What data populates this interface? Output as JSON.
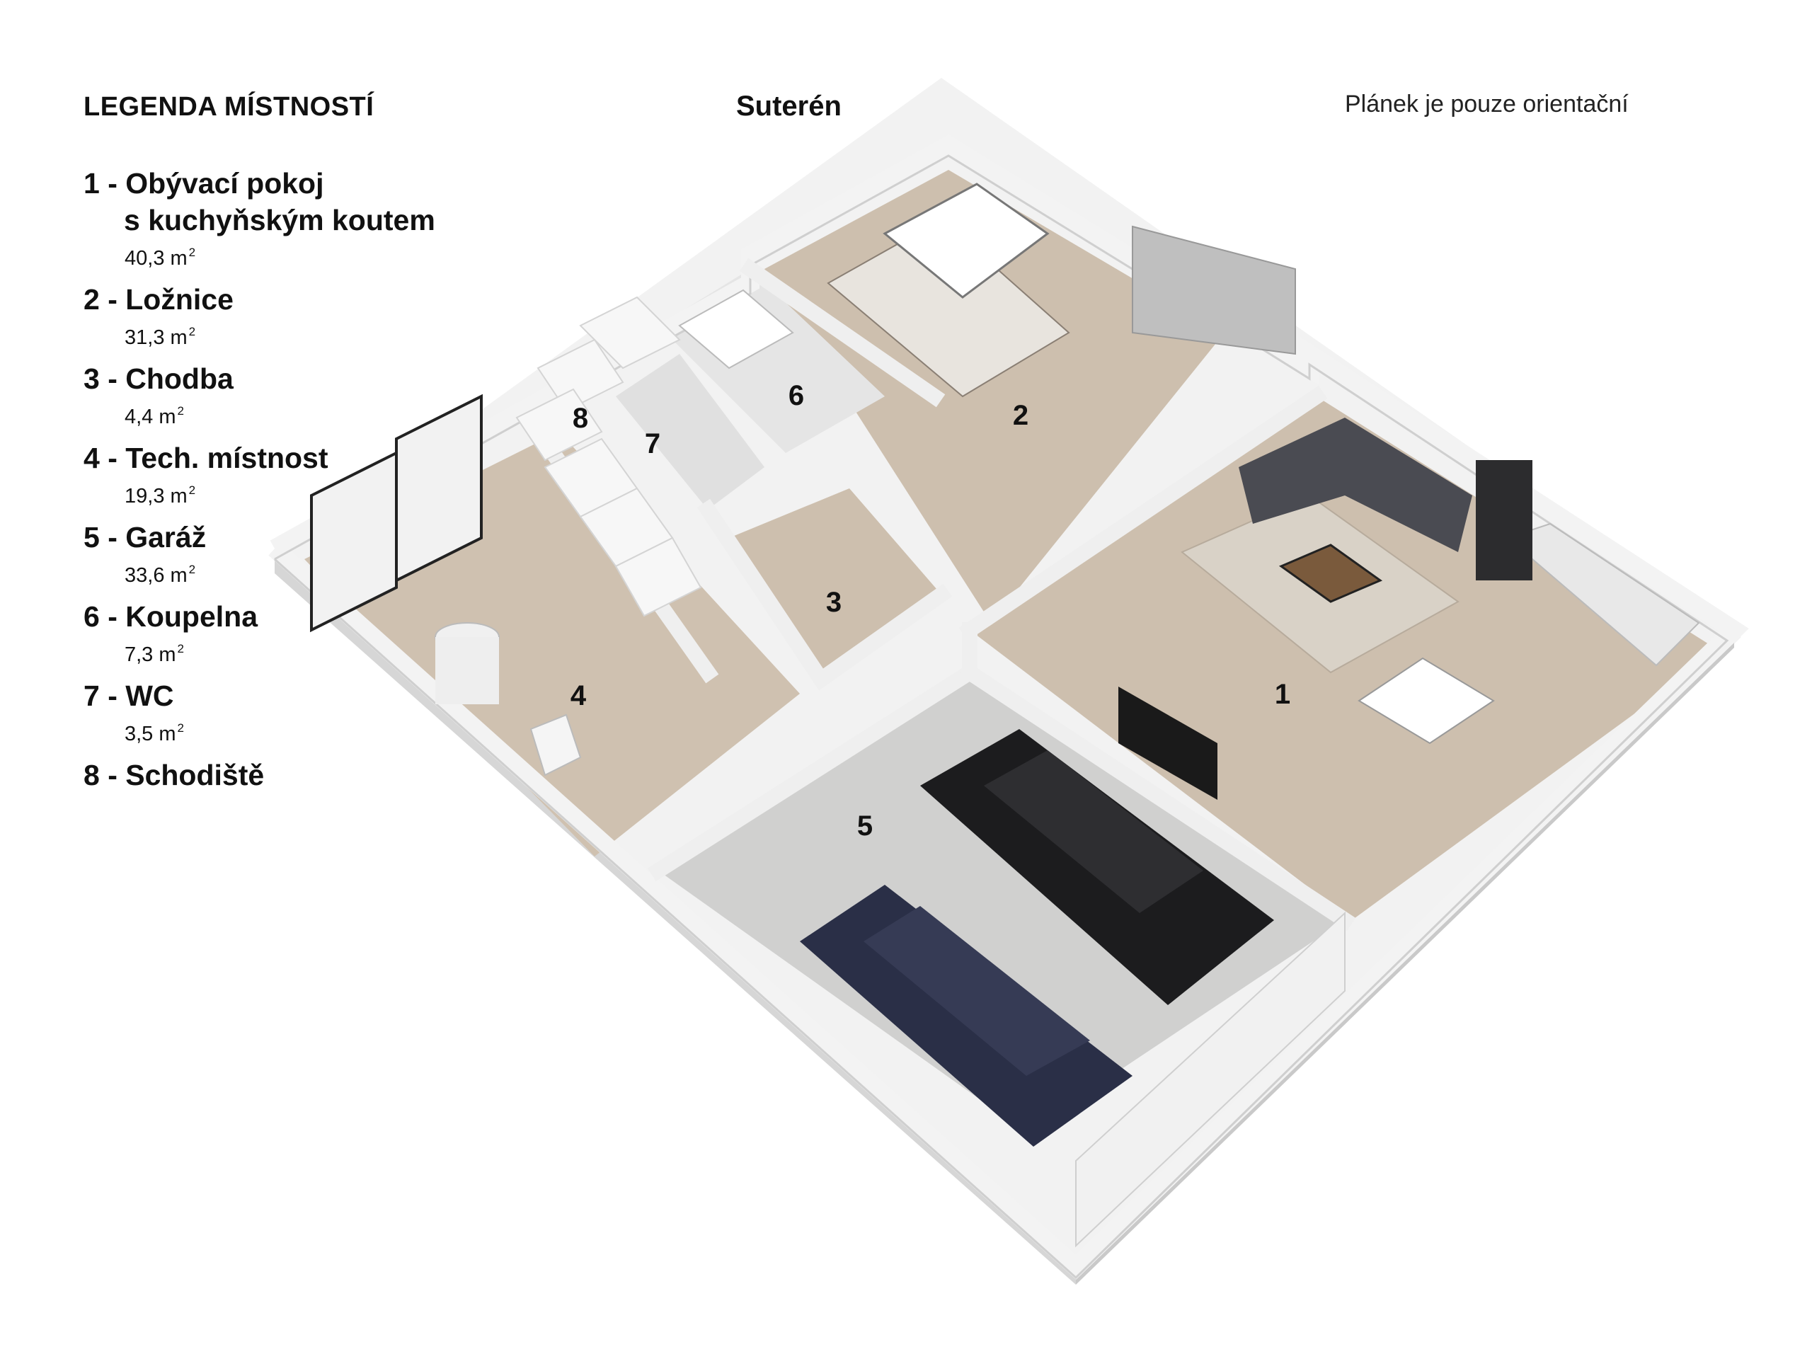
{
  "legend": {
    "title": "LEGENDA MÍSTNOSTÍ",
    "rooms": [
      {
        "num": "1",
        "name": "1 - Obývací pokoj",
        "name2": "s kuchyňským koutem",
        "area": "40,3 m"
      },
      {
        "num": "2",
        "name": "2 - Ložnice",
        "area": "31,3 m"
      },
      {
        "num": "3",
        "name": "3 - Chodba",
        "area": "4,4 m"
      },
      {
        "num": "4",
        "name": "4 - Tech. místnost",
        "area": "19,3 m"
      },
      {
        "num": "5",
        "name": "5 - Garáž",
        "area": "33,6 m"
      },
      {
        "num": "6",
        "name": "6 - Koupelna",
        "area": "7,3 m"
      },
      {
        "num": "7",
        "name": "7 - WC",
        "area": "3,5 m"
      },
      {
        "num": "8",
        "name": "8 - Schodiště"
      }
    ],
    "area_exponent": "2"
  },
  "floor_title": "Suterén",
  "disclaimer": "Plánek je pouze orientační",
  "plan_labels": [
    "1",
    "2",
    "3",
    "4",
    "5",
    "6",
    "7",
    "8"
  ],
  "colors": {
    "floor_wood": "#cdbfae",
    "floor_garage": "#cfcfcf",
    "wall_top": "#f4f4f4",
    "wall_side": "#d9d9d9",
    "sofa": "#4a4b52",
    "car_black": "#1c1c1e",
    "car_navy": "#2a2f47"
  }
}
